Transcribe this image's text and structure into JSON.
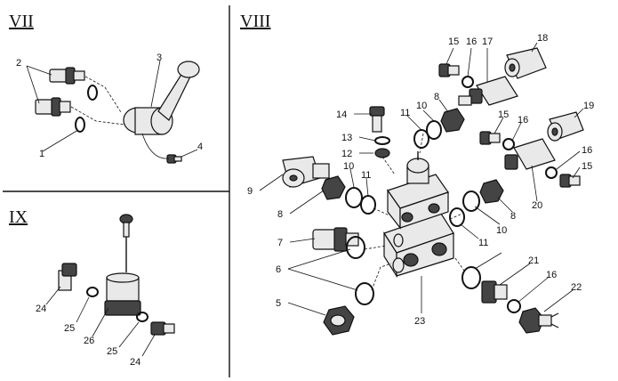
{
  "sections": {
    "vii": "VII",
    "viii": "VIII",
    "ix": "IX"
  },
  "labels": {
    "vii": [
      "2",
      "3",
      "1",
      "4"
    ],
    "viii": [
      "15",
      "16",
      "17",
      "18",
      "14",
      "11",
      "10",
      "8",
      "15",
      "16",
      "19",
      "13",
      "12",
      "16",
      "15",
      "9",
      "8",
      "10",
      "11",
      "20",
      "8",
      "10",
      "7",
      "11",
      "6",
      "21",
      "16",
      "22",
      "5",
      "23"
    ],
    "ix": [
      "24",
      "25",
      "26",
      "25",
      "24"
    ]
  }
}
